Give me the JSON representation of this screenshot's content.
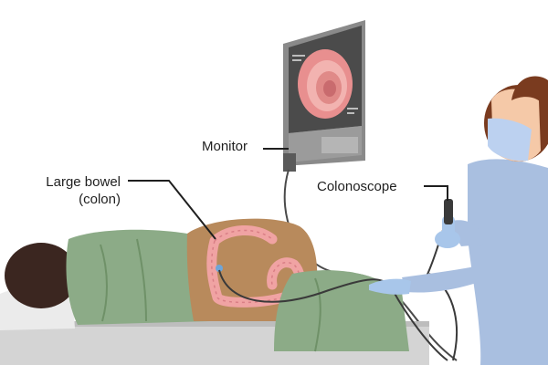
{
  "labels": {
    "monitor": "Monitor",
    "bowel_line1": "Large bowel",
    "bowel_line2": "(colon)",
    "colonoscope": "Colonoscope"
  },
  "colors": {
    "skin_back": "#b88a5c",
    "sheet": "#8cab87",
    "sheet_shadow": "#6f9168",
    "colon": "#f0a3a3",
    "colon_dark": "#d97f86",
    "scope_cable": "#3a3a3a",
    "monitor_frame": "#7a7a7a",
    "scrubs": "#a9bfe0",
    "glove": "#a8c6ea",
    "hair_patient": "#3b2620",
    "hair_doctor": "#7a3b1f",
    "mask": "#bcd1f0",
    "table": "#d8d8d8"
  },
  "icons": {
    "pointer": "leader-line"
  }
}
